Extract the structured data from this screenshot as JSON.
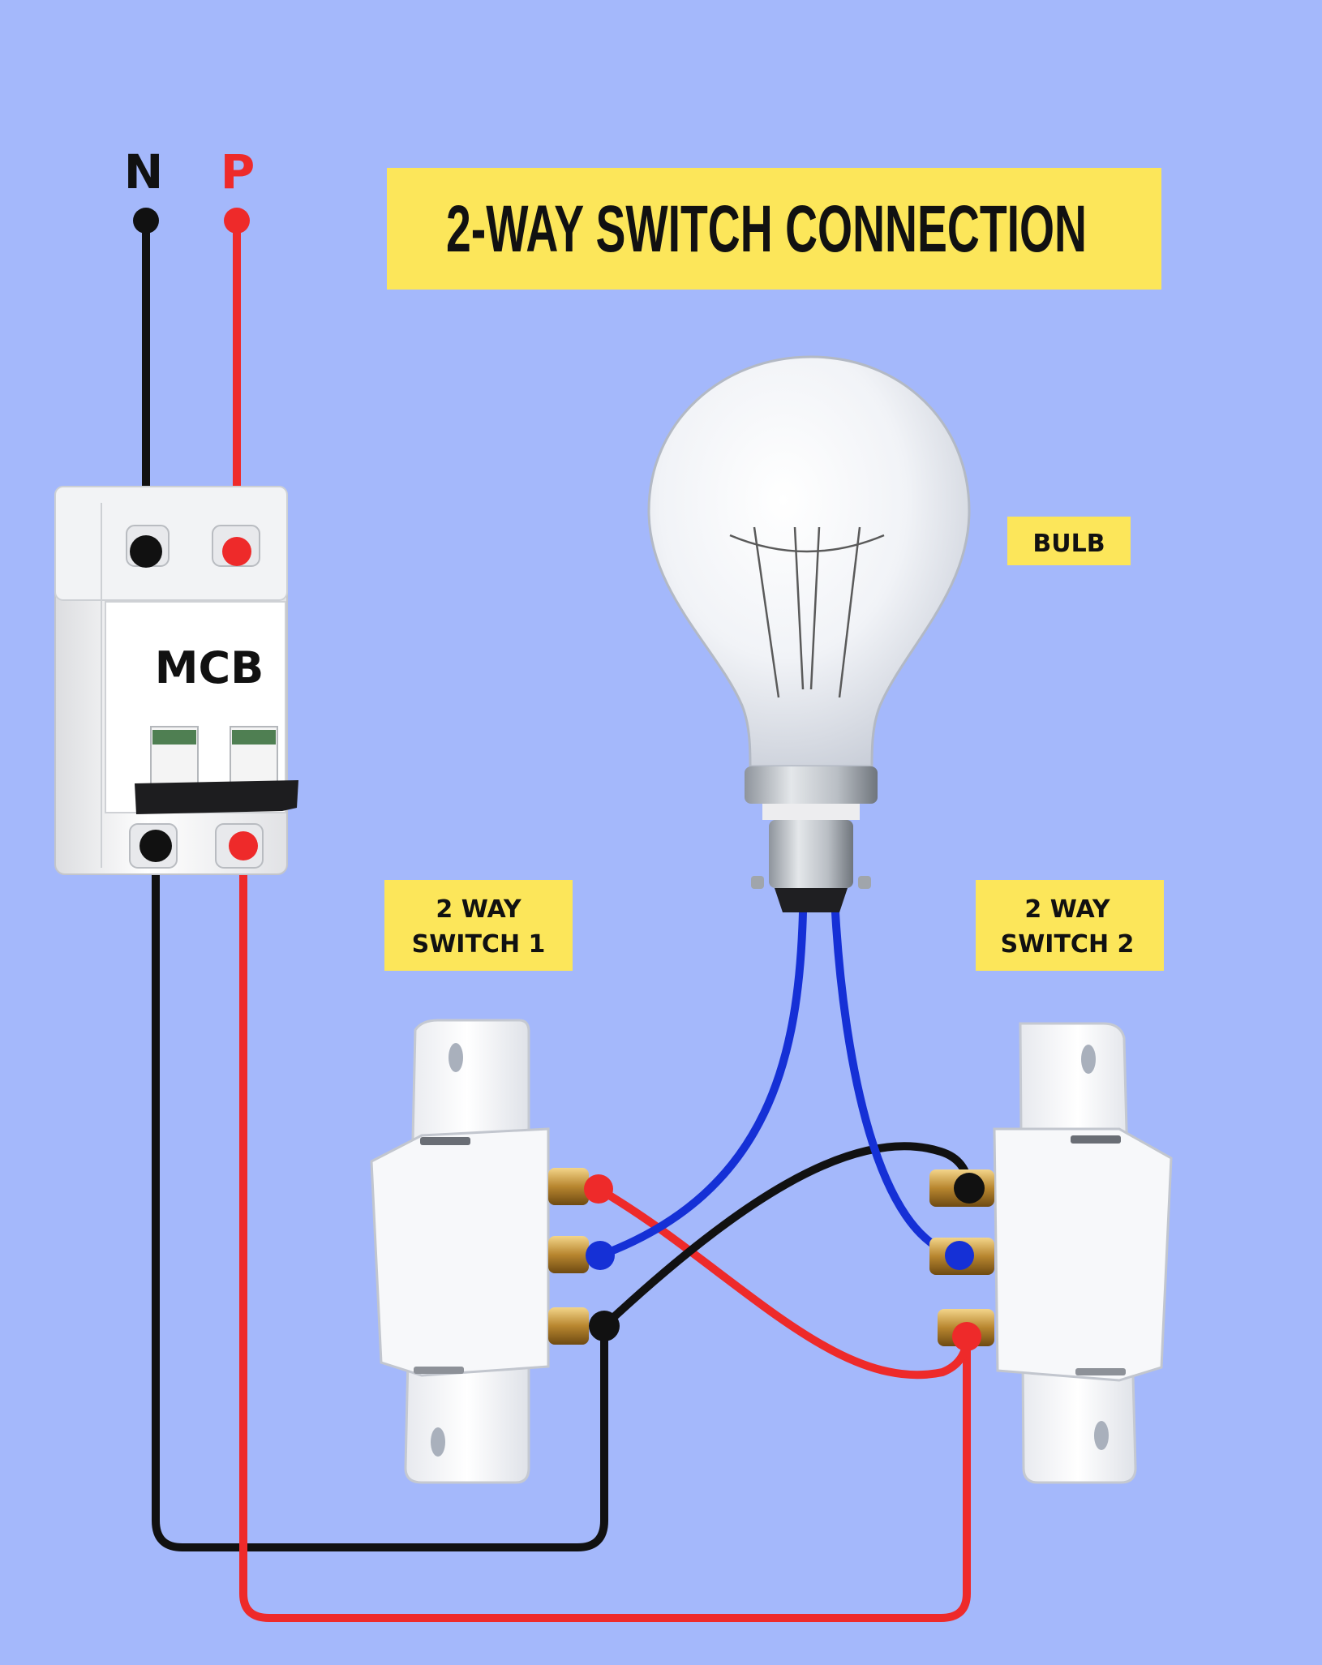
{
  "title": "2-WAY SWITCH CONNECTION",
  "supply": {
    "neutral_label": "N",
    "phase_label": "P"
  },
  "mcb": {
    "label": "MCB"
  },
  "bulb": {
    "label": "BULB"
  },
  "switch1": {
    "label_line1": "2 WAY",
    "label_line2": "SWITCH 1"
  },
  "switch2": {
    "label_line1": "2 WAY",
    "label_line2": "SWITCH 2"
  },
  "colors": {
    "background": "#a4b8fb",
    "label_yellow": "#fce65a",
    "neutral_wire": "#111111",
    "phase_wire": "#ee2a2a",
    "bulb_wire": "#1530d6"
  }
}
